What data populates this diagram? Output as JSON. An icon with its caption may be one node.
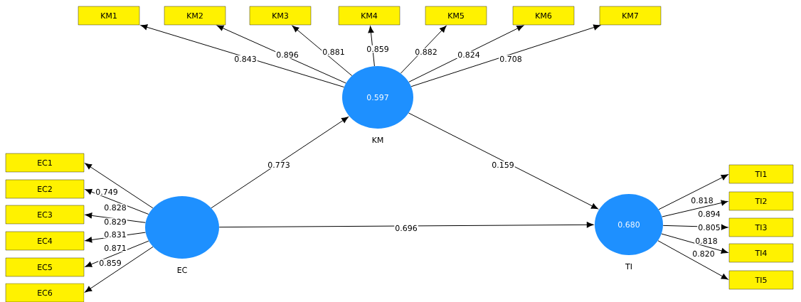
{
  "diagram": {
    "nodes": [
      {
        "text": [
          "KM1"
        ]
      },
      {
        "text": [
          "KM2"
        ]
      },
      {
        "text": [
          "KM3"
        ]
      },
      {
        "text": [
          "KM4"
        ]
      },
      {
        "text": [
          "KM5"
        ]
      },
      {
        "text": [
          "KM6"
        ]
      },
      {
        "text": [
          "KM7"
        ]
      },
      {
        "text": [
          "0.597",
          "KM"
        ]
      },
      {
        "text": [
          "EC1"
        ]
      },
      {
        "text": [
          "EC2"
        ]
      },
      {
        "text": [
          "EC3"
        ]
      },
      {
        "text": [
          "EC4"
        ]
      },
      {
        "text": [
          "EC5"
        ]
      },
      {
        "text": [
          "EC6"
        ]
      },
      {
        "text": [
          "EC"
        ]
      },
      {
        "text": [
          "0.680",
          "TI"
        ]
      },
      {
        "text": [
          "TI1"
        ]
      },
      {
        "text": [
          "TI2"
        ]
      },
      {
        "text": [
          "TI3"
        ]
      },
      {
        "text": [
          "TI4"
        ]
      },
      {
        "text": [
          "TI5"
        ]
      }
    ],
    "edges": [
      {
        "from": 7,
        "to": 0,
        "arrow": "to",
        "label": "0.843"
      },
      {
        "from": 7,
        "to": 1,
        "arrow": "to",
        "label": "0.896"
      },
      {
        "from": 7,
        "to": 2,
        "arrow": "to",
        "label": "0.881"
      },
      {
        "from": 7,
        "to": 3,
        "arrow": "to",
        "label": "0.859"
      },
      {
        "from": 7,
        "to": 4,
        "arrow": "to",
        "label": "0.882"
      },
      {
        "from": 7,
        "to": 5,
        "arrow": "to",
        "label": "0.824"
      },
      {
        "from": 7,
        "to": 6,
        "arrow": "to",
        "label": "0.708"
      },
      {
        "from": 14,
        "to": 8,
        "arrow": "to",
        "label": "0.749"
      },
      {
        "from": 14,
        "to": 9,
        "arrow": "to",
        "label": "0.828"
      },
      {
        "from": 14,
        "to": 10,
        "arrow": "to",
        "label": "0.829"
      },
      {
        "from": 14,
        "to": 11,
        "arrow": "to",
        "label": "0.831"
      },
      {
        "from": 14,
        "to": 12,
        "arrow": "to",
        "label": "0.871"
      },
      {
        "from": 14,
        "to": 13,
        "arrow": "to",
        "label": "0.859"
      },
      {
        "from": 14,
        "to": 7,
        "arrow": "to",
        "label": "0.773"
      },
      {
        "from": 7,
        "to": 15,
        "arrow": "to",
        "label": "0.159"
      },
      {
        "from": 14,
        "to": 15,
        "arrow": "to",
        "label": "0.696"
      },
      {
        "from": 15,
        "to": 16,
        "arrow": "to",
        "label": "0.818"
      },
      {
        "from": 15,
        "to": 17,
        "arrow": "to",
        "label": "0.894"
      },
      {
        "from": 15,
        "to": 18,
        "arrow": "to",
        "label": "0.805"
      },
      {
        "from": 15,
        "to": 19,
        "arrow": "to",
        "label": "0.818"
      },
      {
        "from": 15,
        "to": 20,
        "arrow": "to",
        "label": "0.820"
      }
    ]
  }
}
